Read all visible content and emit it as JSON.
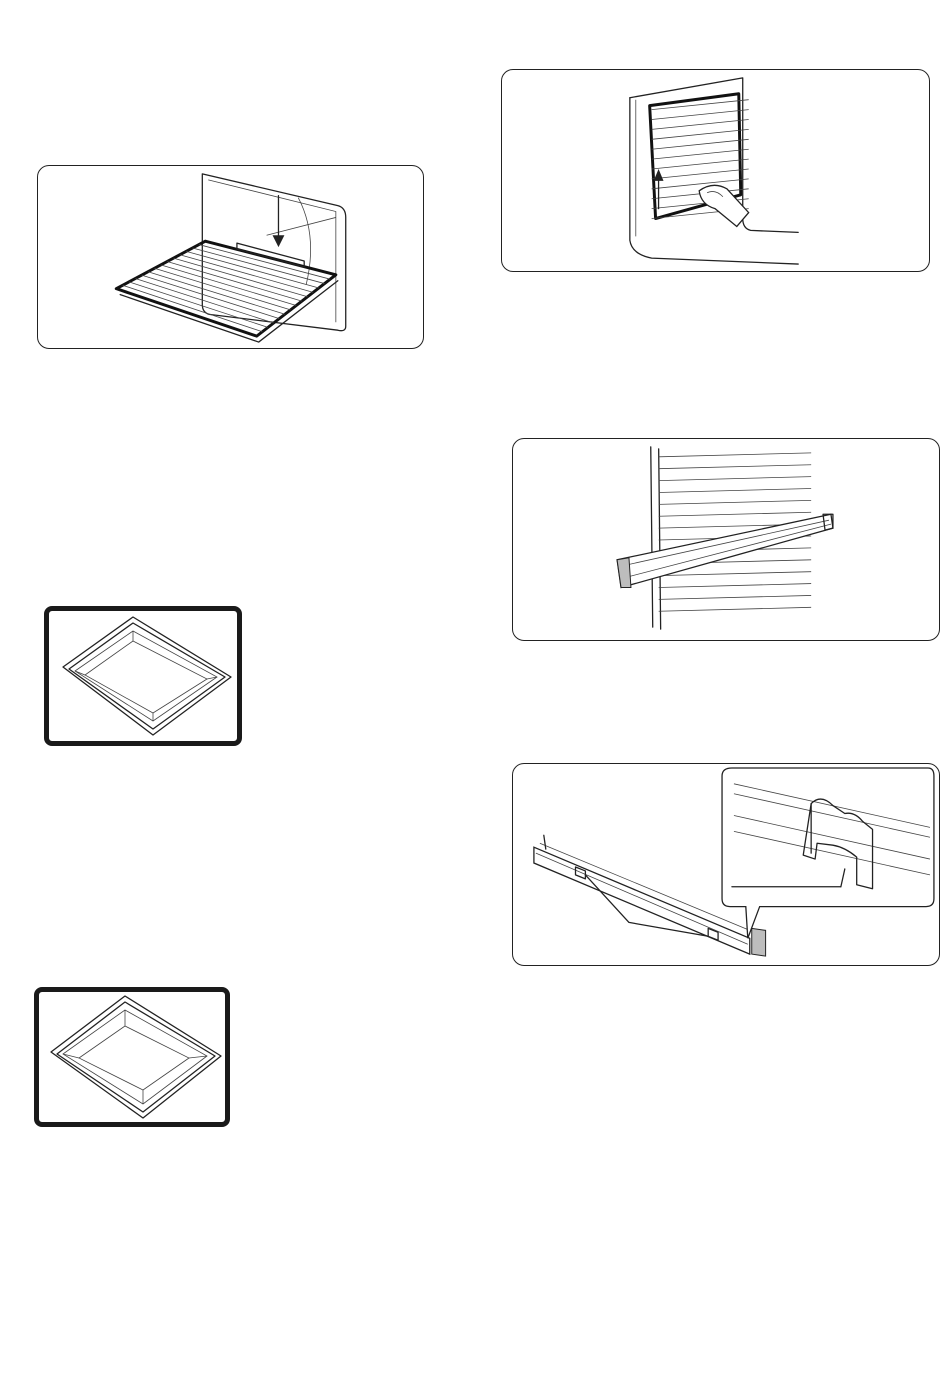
{
  "figures": [
    {
      "key": "grill",
      "icon": "oven-grill-rack-illustration"
    },
    {
      "key": "tray_shallow",
      "icon": "shallow-baking-tray-illustration"
    },
    {
      "key": "tray_deep",
      "icon": "deep-baking-tray-illustration"
    },
    {
      "key": "side_rack",
      "icon": "side-wire-rack-removal-illustration"
    },
    {
      "key": "telescopic",
      "icon": "telescopic-slide-rail-illustration"
    },
    {
      "key": "rail_detail",
      "icon": "rail-clip-detail-illustration"
    }
  ],
  "colors": {
    "line": "#222222",
    "background": "#ffffff",
    "fill": "#bdbdbd"
  }
}
